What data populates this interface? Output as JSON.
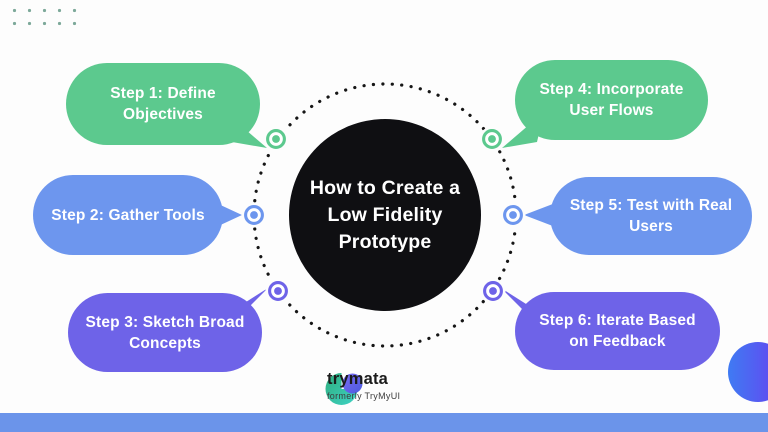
{
  "infographic": {
    "title": "How to Create a\nLow Fidelity\nPrototype",
    "steps": [
      {
        "label": "Step 1: Define\nObjectives",
        "color": "#5cc98e"
      },
      {
        "label": "Step 2: Gather Tools",
        "color": "#6d96ee"
      },
      {
        "label": "Step 3: Sketch Broad\nConcepts",
        "color": "#6e63e8"
      },
      {
        "label": "Step 4: Incorporate\nUser Flows",
        "color": "#5cc98e"
      },
      {
        "label": "Step 5: Test with Real\nUsers",
        "color": "#6d96ee"
      },
      {
        "label": "Step 6: Iterate Based\non Feedback",
        "color": "#6e63e8"
      }
    ],
    "brand": {
      "name": "trymata",
      "tagline": "formerly TryMyUI"
    },
    "colors": {
      "green": "#5cc98e",
      "blue": "#6d96ee",
      "purple": "#6e63e8",
      "footer_bar": "#6b94ea",
      "center_circle": "#0f0f12",
      "dotted_ring": "#161616",
      "corner_dots": "#7da99a",
      "accent_circle_gradient": [
        "#3f7bf3",
        "#6a3df0"
      ]
    }
  }
}
